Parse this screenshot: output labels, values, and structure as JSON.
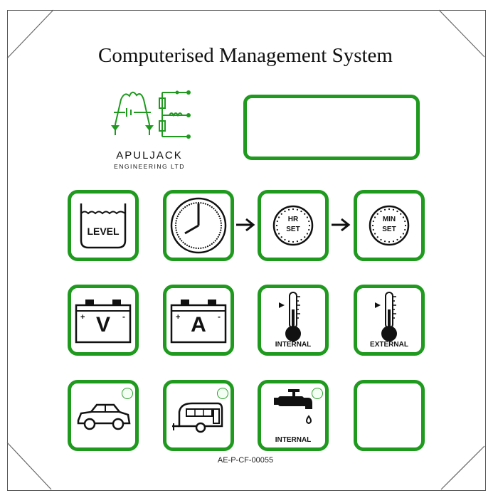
{
  "title": "Computerised Management System",
  "logo": {
    "name": "APULJACK",
    "subtitle": "ENGINEERING LTD"
  },
  "colors": {
    "accent": "#1f9a1f",
    "text": "#111111"
  },
  "buttons": [
    {
      "id": "level",
      "label": "LEVEL",
      "icon": "tank-level-icon"
    },
    {
      "id": "clock",
      "label": "",
      "icon": "clock-icon"
    },
    {
      "id": "hr-set",
      "label_top": "HR",
      "label_bottom": "SET",
      "icon": "dial-icon"
    },
    {
      "id": "min-set",
      "label_top": "MIN",
      "label_bottom": "SET",
      "icon": "dial-icon"
    },
    {
      "id": "voltage",
      "label": "V",
      "icon": "battery-icon"
    },
    {
      "id": "current",
      "label": "A",
      "icon": "battery-icon"
    },
    {
      "id": "temp-internal",
      "label": "INTERNAL",
      "icon": "thermometer-icon"
    },
    {
      "id": "temp-external",
      "label": "EXTERNAL",
      "icon": "thermometer-icon"
    },
    {
      "id": "car",
      "label": "",
      "icon": "car-icon"
    },
    {
      "id": "caravan",
      "label": "",
      "icon": "caravan-icon"
    },
    {
      "id": "water-internal",
      "label": "INTERNAL",
      "icon": "tap-icon"
    },
    {
      "id": "blank",
      "label": "",
      "icon": ""
    }
  ],
  "part_code": "AE-P-CF-00055"
}
